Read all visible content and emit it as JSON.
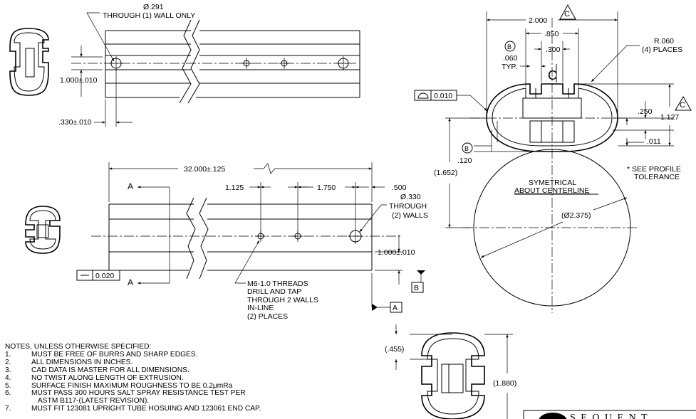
{
  "top_view": {
    "hole_diameter": "Ø.291",
    "hole_note": "THROUGH (1) WALL ONLY",
    "height_dim": "1.000±.010",
    "offset_dim": ".330±.010"
  },
  "front_view": {
    "length_dim": "32.000±.125",
    "spacing_1": "1.125",
    "spacing_2": "1.750",
    "end_dim": ".500",
    "hole_diameter": "Ø.330",
    "hole_note_1": "THROUGH",
    "hole_note_2": "(2) WALLS",
    "height_dim": "1.000±.010",
    "section_label": "A",
    "flatness_value": "0.020",
    "datum_b": "B",
    "datum_a": "A",
    "thread_callout": [
      "M6-1.0 THREADS",
      "DRILL AND TAP",
      "THROUGH 2 WALLS",
      "IN-LINE",
      "(2) PLACES"
    ]
  },
  "profile_view": {
    "width_dim": "2.000",
    "datum_c": "C",
    "slot_dim": ".850",
    "slot_inner_dim": ".300",
    "balloon_b": "B",
    "wall_dim": ".060",
    "wall_note": "TYP.",
    "radius_dim": "R.060",
    "radius_note": "(4) PLACES",
    "profile_tol": "0.010",
    "dim_250": ".250",
    "dim_1127": "1.127",
    "dim_011": ".011",
    "dim_120": ".120",
    "dim_1652": "(1.652)",
    "circle_dia": "(Ø2.375)",
    "sym_note_1": "SYMETRICAL",
    "sym_note_2": "ABOUT CENTERLINE",
    "profile_note_1": "* SEE PROFILE",
    "profile_note_2": "TOLERANCE"
  },
  "small_view": {
    "dim_455": "(.455)",
    "dim_1880": "(1.880)"
  },
  "title_block": {
    "company": "S E Q U E N T"
  },
  "notes": {
    "heading": "NOTES, UNLESS OTHERWISE SPECIFIED:",
    "items": [
      {
        "num": "1.",
        "text": "MUST BE FREE OF BURRS AND SHARP EDGES."
      },
      {
        "num": "2.",
        "text": "ALL DIMENSIONS IN INCHES."
      },
      {
        "num": "3.",
        "text": "CAD DATA IS MASTER FOR ALL DIMENSIONS."
      },
      {
        "num": "4.",
        "text": "NO TWIST ALONG LENGTH OF EXTRUSION."
      },
      {
        "num": "5.",
        "text": "SURFACE FINISH MAXIMUM ROUGHNESS TO BE 0.2μmRa"
      },
      {
        "num": "6.",
        "text": "MUST PASS 300 HOURS SALT SPRAY RESISTANCE TEST PER",
        "cont": "ASTM B117-(LATEST REVISION)."
      },
      {
        "num": "7.",
        "text": "MUST FIT 123081 UPRIGHT TUBE HOSUING AND 123061 END CAP."
      }
    ]
  }
}
